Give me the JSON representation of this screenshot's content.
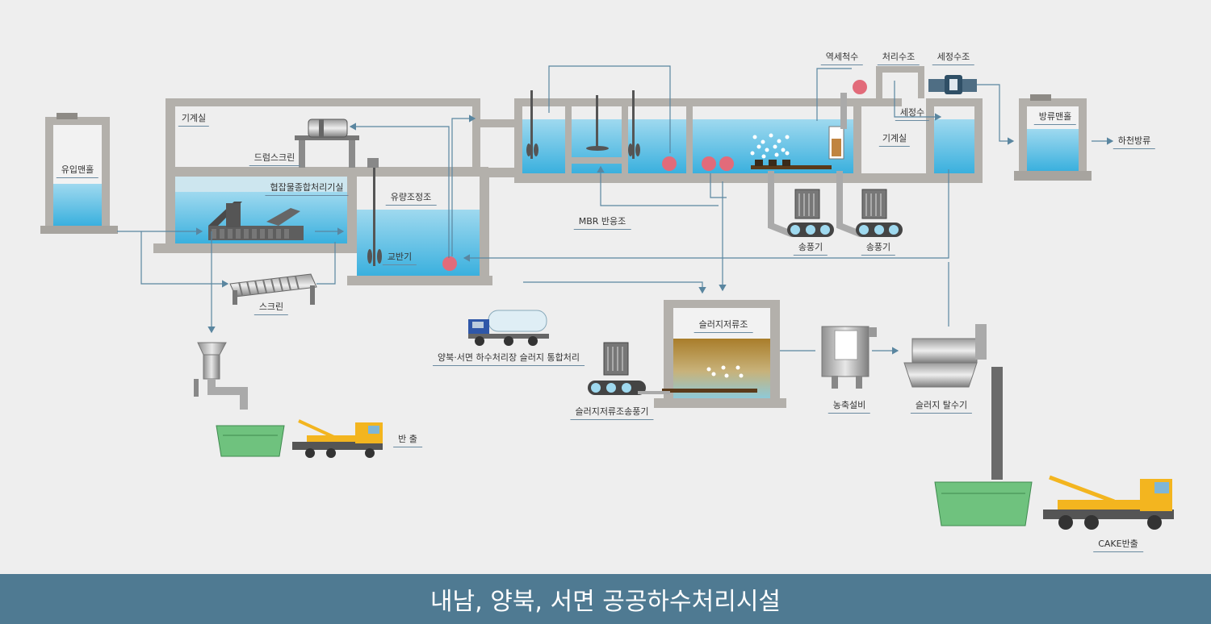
{
  "title": "내남, 양북, 서면 공공하수처리시설",
  "labels": {
    "inflow_manhole": "유입맨홀",
    "machine_room_1": "기계실",
    "drum_screen": "드럼스크린",
    "combined_unit_room": "협잡물종합처리기실",
    "flow_equalization": "유량조정조",
    "agitator": "교반기",
    "screen": "스크린",
    "carry_out": "반 출",
    "mbr_reactor": "MBR 반응조",
    "backwash_water": "역세척수",
    "treated_water_tank": "처리수조",
    "cleaning_tank": "세정수조",
    "cleaning_water": "세정수",
    "machine_room_2": "기계실",
    "blower_1": "송풍기",
    "blower_2": "송풍기",
    "discharge_manhole": "방류맨홀",
    "river_discharge": "하천방류",
    "sludge_storage": "슬러지저류조",
    "integrated_sludge": "양북·서면 하수처리장 슬러지 통합처리",
    "sludge_blower": "슬러지저류조송풍기",
    "thickener": "농축설비",
    "dewatering": "슬러지 탈수기",
    "cake_out": "CAKE반출"
  },
  "colors": {
    "water": "#6cc4e4",
    "wall": "#b3b0ab",
    "pipe": "#5a86a0",
    "pump": "#e26b7a",
    "footer": "#4f7a92",
    "container": "#6fc27e",
    "truck": "#f3b51f",
    "sludge": "#b48a2e"
  }
}
